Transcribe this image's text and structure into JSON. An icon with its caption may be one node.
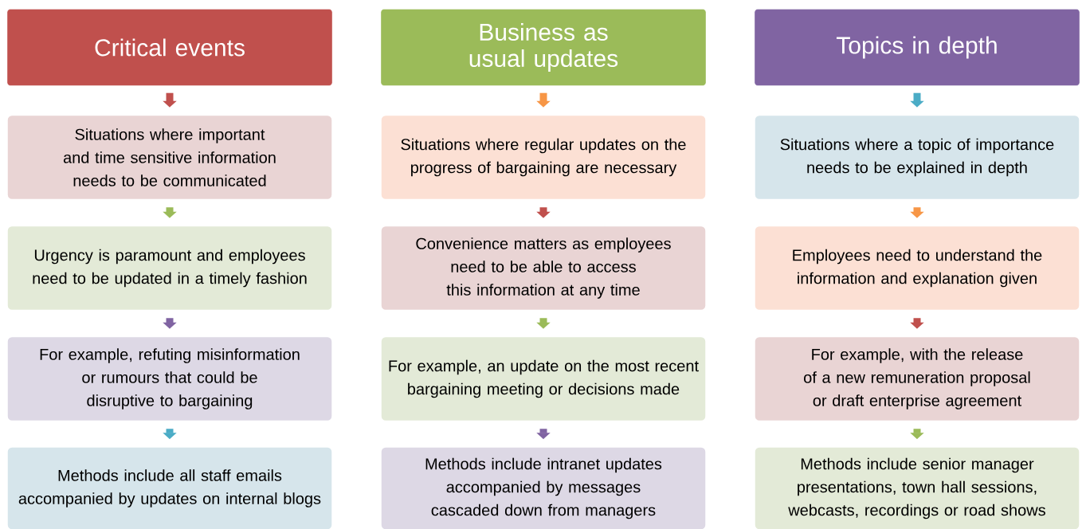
{
  "diagram": {
    "nodes": [
      {
        "text": [
          "Critical events"
        ]
      },
      {
        "text": [
          "Situations where important and time sensitive information needs to be communicated"
        ]
      },
      {
        "text": [
          "Urgency is paramount and employees need to be updated in a timely fashion"
        ]
      },
      {
        "text": [
          "For example, refuting misinformation or rumours that could be disruptive to bargaining"
        ]
      },
      {
        "text": [
          "Methods include all staff emails accompanied by updates on internal blogs"
        ]
      },
      {
        "text": [
          "Business as usual updates"
        ]
      },
      {
        "text": [
          "Situations where regular updates on the progress of bargaining are necessary"
        ]
      },
      {
        "text": [
          "Convenience matters as employees need to be able to access this information at any time"
        ]
      },
      {
        "text": [
          "For example, an update on the most recent bargaining meeting or decisions made"
        ]
      },
      {
        "text": [
          "Methods include intranet updates accompanied by messages cascaded down from managers"
        ]
      },
      {
        "text": [
          "Topics in depth"
        ]
      },
      {
        "text": [
          "Situations where a topic of importance needs to be explained in depth"
        ]
      },
      {
        "text": [
          "Employees need to understand the information and explanation given"
        ]
      },
      {
        "text": [
          "For example, with the release of a new remuneration proposal or draft enterprise agreement"
        ]
      },
      {
        "text": [
          "Methods include senior manager presentations, town hall sessions, webcasts, recordings or road shows"
        ]
      }
    ],
    "edges": [
      {
        "from": 0,
        "to": 1,
        "arrow": "to",
        "color": "#c0504d"
      },
      {
        "from": 1,
        "to": 2,
        "arrow": "to",
        "color": "#9bbb59"
      },
      {
        "from": 2,
        "to": 3,
        "arrow": "to",
        "color": "#8064a2"
      },
      {
        "from": 3,
        "to": 4,
        "arrow": "to",
        "color": "#4bacc6"
      },
      {
        "from": 5,
        "to": 6,
        "arrow": "to",
        "color": "#f79646"
      },
      {
        "from": 6,
        "to": 7,
        "arrow": "to",
        "color": "#c0504d"
      },
      {
        "from": 7,
        "to": 8,
        "arrow": "to",
        "color": "#9bbb59"
      },
      {
        "from": 8,
        "to": 9,
        "arrow": "to",
        "color": "#8064a2"
      },
      {
        "from": 10,
        "to": 11,
        "arrow": "to",
        "color": "#4bacc6"
      },
      {
        "from": 11,
        "to": 12,
        "arrow": "to",
        "color": "#f79646"
      },
      {
        "from": 12,
        "to": 13,
        "arrow": "to",
        "color": "#c0504d"
      },
      {
        "from": 13,
        "to": 14,
        "arrow": "to",
        "color": "#9bbb59"
      }
    ]
  }
}
